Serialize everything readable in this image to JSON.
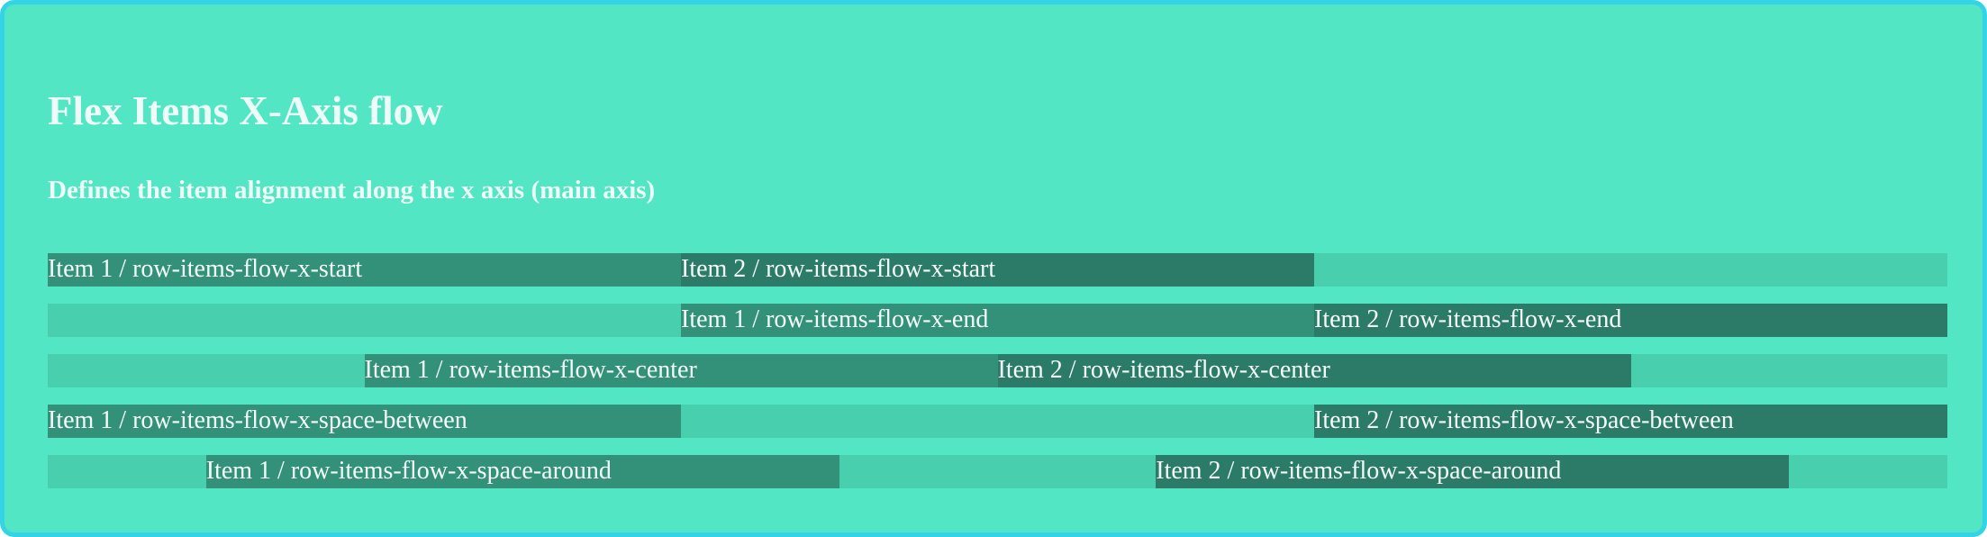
{
  "title": "Flex Items X-Axis flow",
  "subtitle": "Defines the item alignment along the x axis (main axis)",
  "rows": [
    {
      "item1": "Item 1 / row-items-flow-x-start",
      "item2": "Item 2 / row-items-flow-x-start"
    },
    {
      "item1": "Item 1 / row-items-flow-x-end",
      "item2": "Item 2 / row-items-flow-x-end"
    },
    {
      "item1": "Item 1 / row-items-flow-x-center",
      "item2": "Item 2 / row-items-flow-x-center"
    },
    {
      "item1": "Item 1 / row-items-flow-x-space-between",
      "item2": "Item 2 / row-items-flow-x-space-between"
    },
    {
      "item1": "Item 1 / row-items-flow-x-space-around",
      "item2": "Item 2 / row-items-flow-x-space-around"
    }
  ],
  "colors": {
    "background": "#52e6c4",
    "border": "#35d3e6",
    "row_track": "#48cfae",
    "item1": "#349179",
    "item2": "#2c7b68",
    "text": "#eefcf8"
  }
}
